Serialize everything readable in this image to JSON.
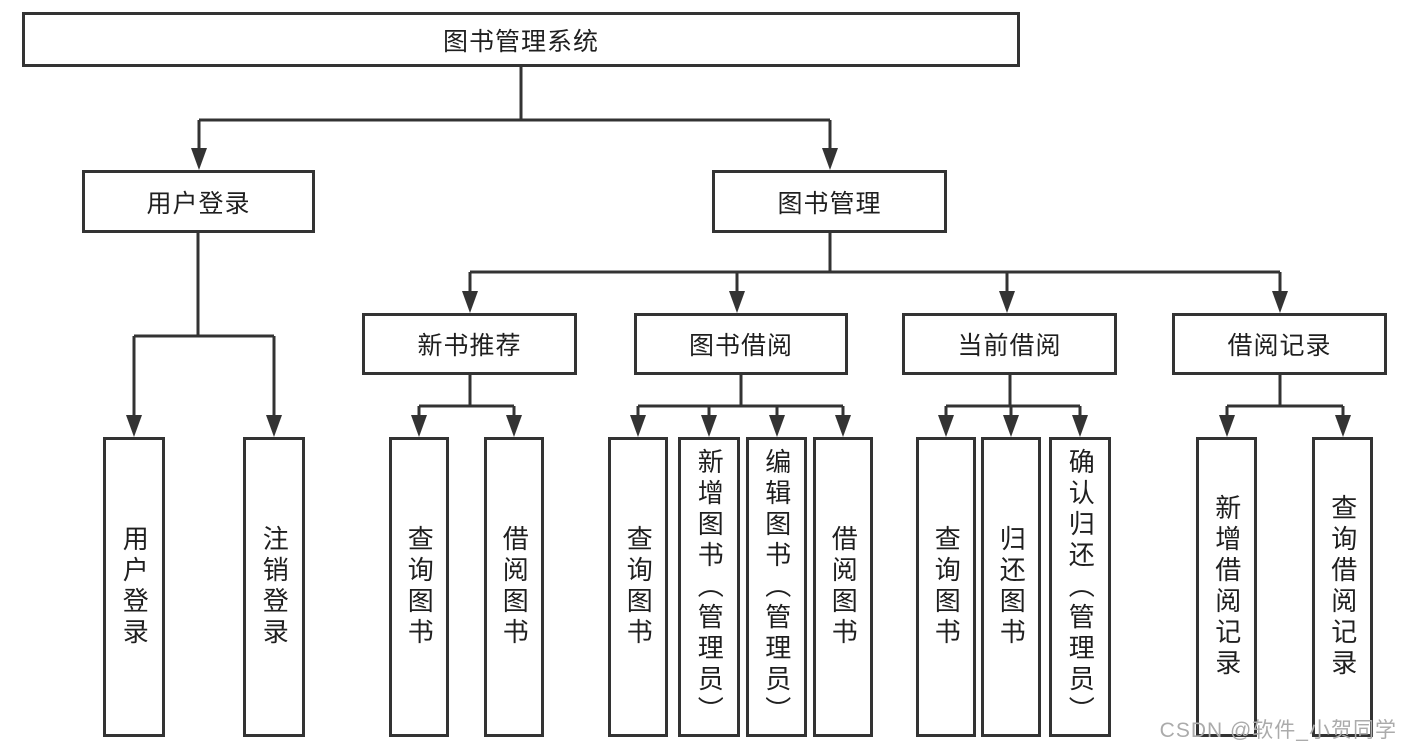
{
  "diagram": {
    "root": {
      "label": "图书管理系统"
    },
    "branches": [
      {
        "label": "用户登录",
        "children": [
          {
            "label": "用户登录"
          },
          {
            "label": "注销登录"
          }
        ]
      },
      {
        "label": "图书管理",
        "children": [
          {
            "label": "新书推荐",
            "children": [
              {
                "label": "查询图书"
              },
              {
                "label": "借阅图书"
              }
            ]
          },
          {
            "label": "图书借阅",
            "children": [
              {
                "label": "查询图书"
              },
              {
                "label": "新增图书（管理员）"
              },
              {
                "label": "编辑图书（管理员）"
              },
              {
                "label": "借阅图书"
              }
            ]
          },
          {
            "label": "当前借阅",
            "children": [
              {
                "label": "查询图书"
              },
              {
                "label": "归还图书"
              },
              {
                "label": "确认归还（管理员）"
              }
            ]
          },
          {
            "label": "借阅记录",
            "children": [
              {
                "label": "新增借阅记录"
              },
              {
                "label": "查询借阅记录"
              }
            ]
          }
        ]
      }
    ]
  },
  "watermark": {
    "text": "CSDN @软件_小贺同学"
  },
  "colors": {
    "line": "#333333",
    "text": "#1f1f1f",
    "watermark": "#ababab",
    "background": "#ffffff"
  }
}
